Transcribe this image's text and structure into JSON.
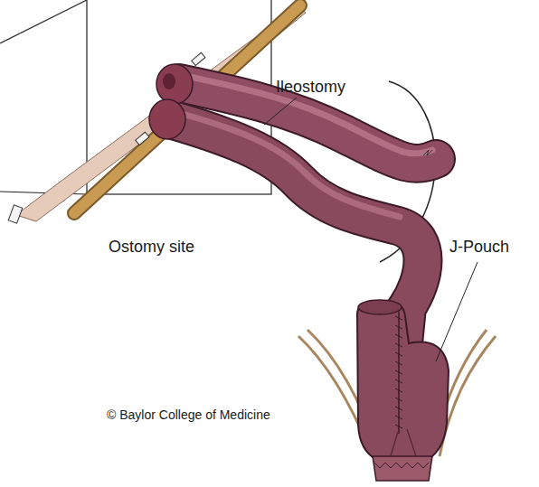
{
  "diagram": {
    "labels": [
      "Ileostomy",
      "Ostomy site",
      "J-Pouch",
      "© Baylor College of Medicine"
    ]
  }
}
